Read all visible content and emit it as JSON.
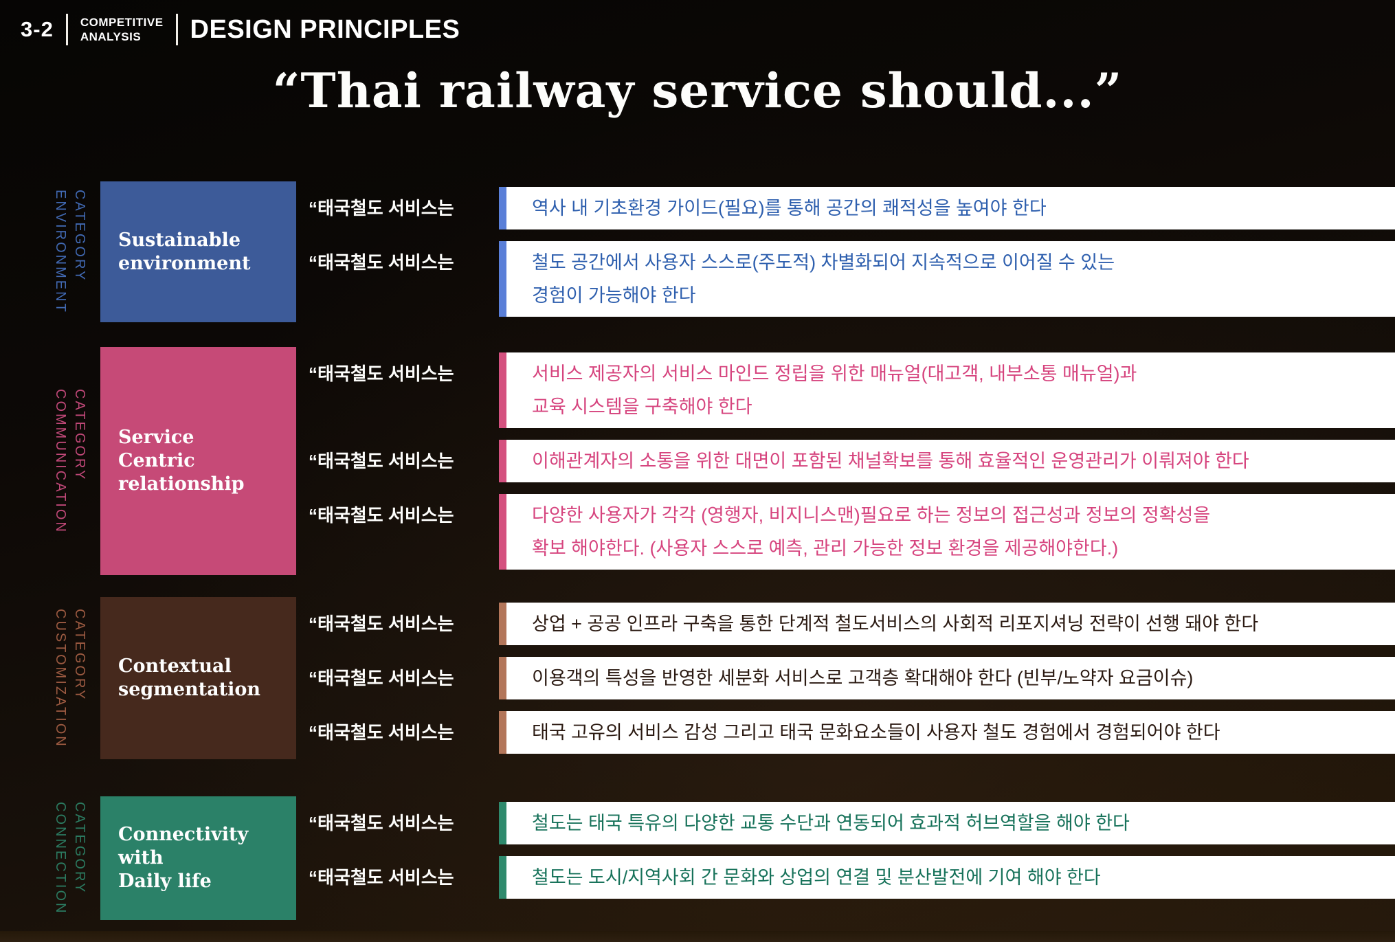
{
  "header": {
    "index": "3-2",
    "section_label": "COMPETITIVE\nANALYSIS",
    "page_title": "DESIGN PRINCIPLES"
  },
  "main_title": "“Thai railway service should...”",
  "sections": [
    {
      "id": "environment",
      "category_label": "ENVIRONMENT\nCATEGORY",
      "box_title": "Sustainable\nenvironment",
      "colors": {
        "box": "#3d5b99",
        "label": "#4169b2",
        "strip": "#5a7fd8",
        "text": "#2e5fae"
      },
      "items": [
        {
          "quote": "“태국철도 서비스는",
          "text": "역사 내 기초환경 가이드(필요)를 통해 공간의 쾌적성을 높여야 한다"
        },
        {
          "quote": "“태국철도 서비스는",
          "text": "철도 공간에서 사용자 스스로(주도적)  차별화되어 지속적으로 이어질 수 있는\n경험이 가능해야 한다"
        }
      ]
    },
    {
      "id": "communication",
      "category_label": "COMMUNICATION\nCATEGORY",
      "box_title": "Service\nCentric\nrelationship",
      "colors": {
        "box": "#c64a77",
        "label": "#c04878",
        "strip": "#d4517f",
        "text": "#d6447e"
      },
      "items": [
        {
          "quote": "“태국철도 서비스는",
          "text": "서비스 제공자의 서비스 마인드 정립을 위한 매뉴얼(대고객, 내부소통 매뉴얼)과\n교육 시스템을 구축해야 한다"
        },
        {
          "quote": "“태국철도 서비스는",
          "text": "이해관계자의 소통을 위한 대면이 포함된 채널확보를 통해 효율적인 운영관리가 이뤄져야 한다"
        },
        {
          "quote": "“태국철도 서비스는",
          "text": "다양한 사용자가 각각 (영행자, 비지니스맨)필요로 하는 정보의 접근성과 정보의 정확성을\n확보 해야한다. (사용자 스스로 예측, 관리 가능한 정보 환경을 제공해야한다.)"
        }
      ]
    },
    {
      "id": "customization",
      "category_label": "CUSTOMIZATION\nCATEGORY",
      "box_title": "Contextual\nsegmentation",
      "colors": {
        "box": "#46291d",
        "label": "#9c5a41",
        "strip": "#b3765a",
        "text": "#2b1a12"
      },
      "items": [
        {
          "quote": "“태국철도 서비스는",
          "text": "상업 + 공공 인프라 구축을 통한 단계적 철도서비스의 사회적 리포지셔닝 전략이 선행 돼야 한다"
        },
        {
          "quote": "“태국철도 서비스는",
          "text": "이용객의 특성을 반영한 세분화 서비스로 고객층 확대해야 한다 (빈부/노약자 요금이슈)"
        },
        {
          "quote": "“태국철도 서비스는",
          "text": "태국 고유의 서비스 감성 그리고 태국 문화요소들이 사용자 철도 경험에서 경험되어야 한다"
        }
      ]
    },
    {
      "id": "connection",
      "category_label": "CONNECTION\nCATEGORY",
      "box_title": "Connectivity\nwith\nDaily life",
      "colors": {
        "box": "#2b8168",
        "label": "#2b7a60",
        "strip": "#2f8a6d",
        "text": "#17725a"
      },
      "items": [
        {
          "quote": "“태국철도 서비스는",
          "text": "철도는 태국 특유의 다양한 교통 수단과 연동되어 효과적 허브역할을 해야 한다"
        },
        {
          "quote": "“태국철도 서비스는",
          "text": "철도는 도시/지역사회 간 문화와 상업의 연결 및 분산발전에 기여 해야 한다"
        }
      ]
    }
  ]
}
